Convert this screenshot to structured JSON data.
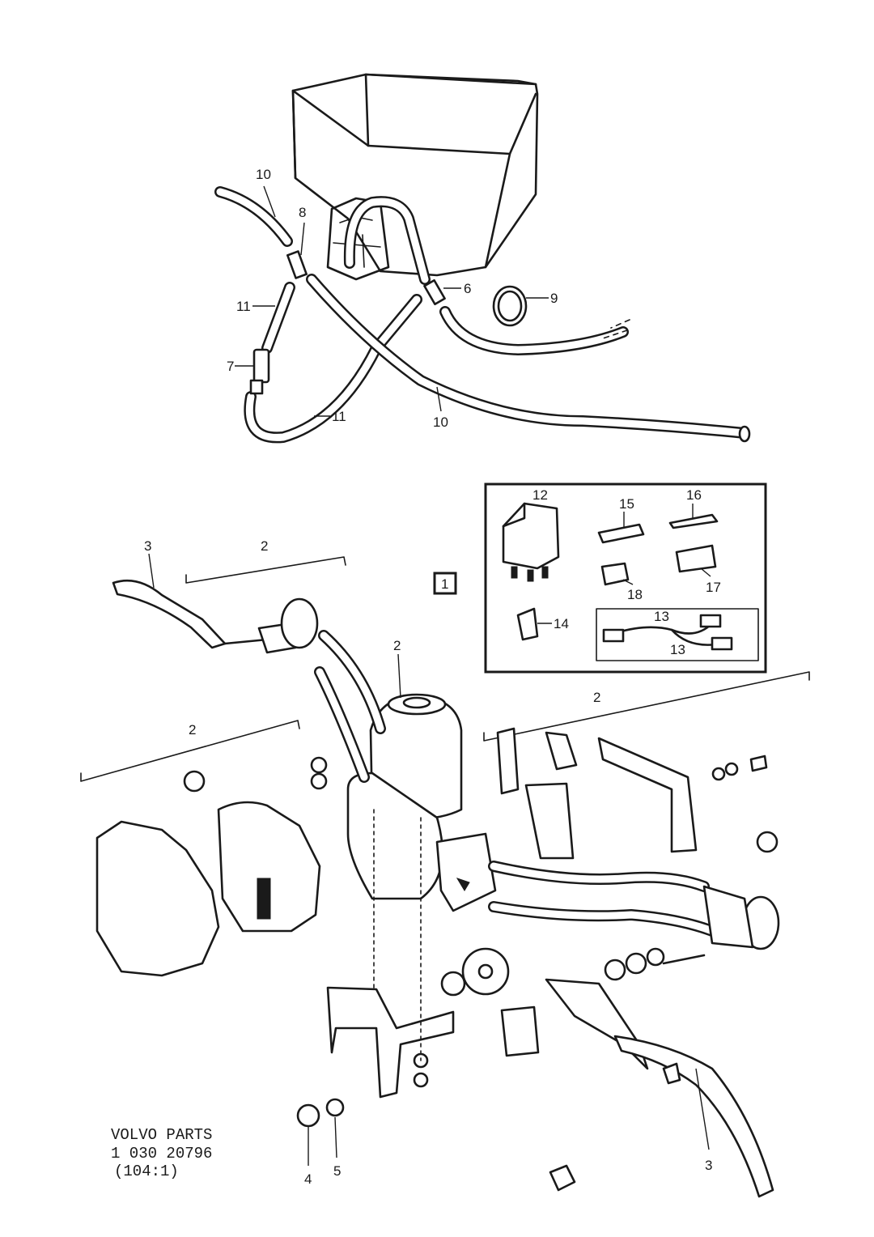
{
  "callouts": {
    "n1": "1",
    "n2": "2",
    "n3": "3",
    "n4": "4",
    "n5": "5",
    "n6": "6",
    "n7": "7",
    "n8": "8",
    "n9": "9",
    "n10": "10",
    "n11": "11",
    "n12": "12",
    "n13": "13",
    "n14": "14",
    "n15": "15",
    "n16": "16",
    "n17": "17",
    "n18": "18"
  },
  "caption": {
    "line1": "VOLVO PARTS",
    "line2": "1 030  20796",
    "line3": "(104:1)"
  }
}
